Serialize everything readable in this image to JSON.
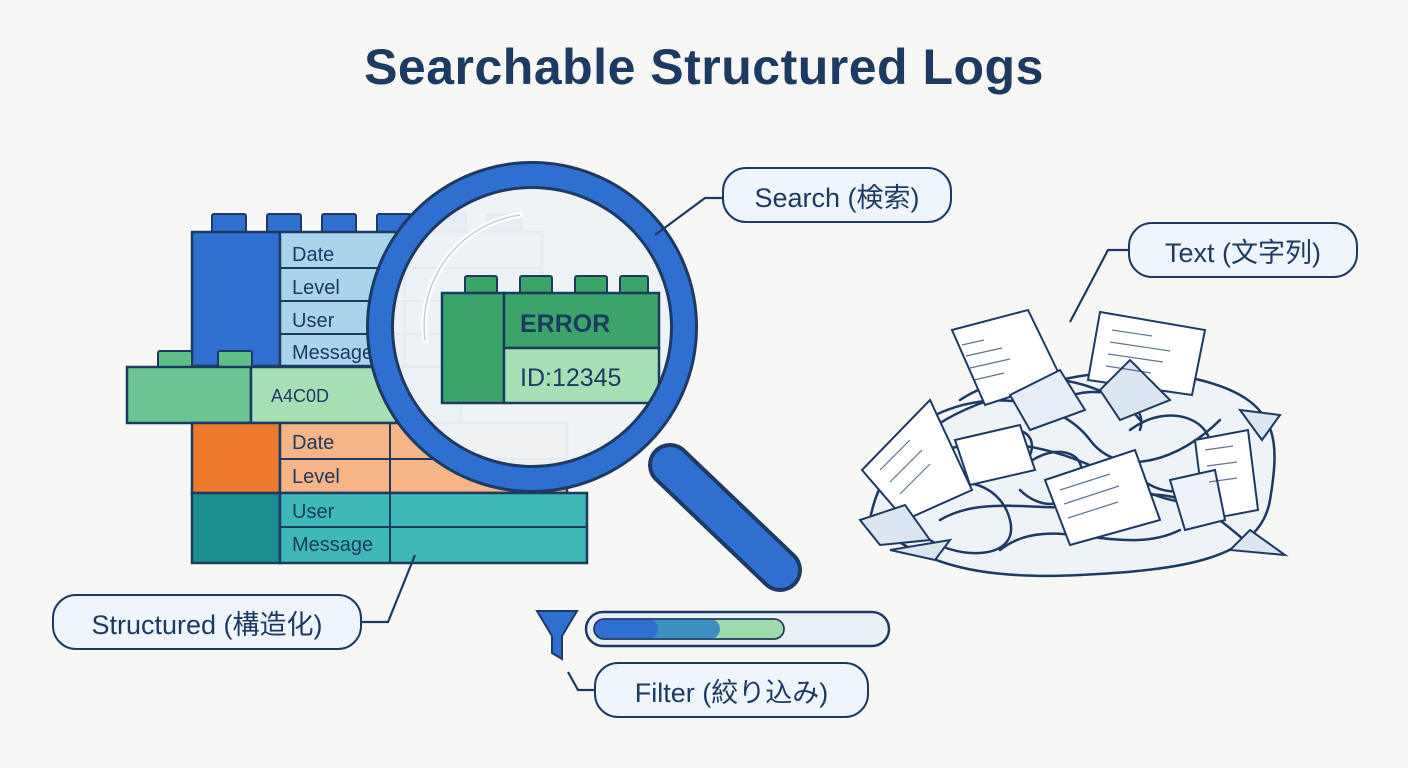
{
  "title": "Searchable Structured Logs",
  "labels": {
    "search": "Search (検索)",
    "text": "Text (文字列)",
    "structured": "Structured (構造化)",
    "filter": "Filter (絞り込み)"
  },
  "blocks": {
    "blue": {
      "fields": [
        "Date",
        "Level",
        "User",
        "Message"
      ]
    },
    "green_bar": {
      "value": "A4C0D"
    },
    "orange": {
      "fields": [
        "Date",
        "Level"
      ]
    },
    "teal": {
      "fields": [
        "User",
        "Message"
      ]
    }
  },
  "magnified": {
    "level": "ERROR",
    "id": "ID:12345"
  },
  "filter_bar": {
    "segments": [
      "#2f6fcf",
      "#3a8fbf",
      "#9fdcab"
    ]
  },
  "colors": {
    "navy": "#1d3a63",
    "blue": "#2f6fcf",
    "light_blue": "#a9d4ec",
    "green": "#3ba569",
    "light_green": "#a8e0b5",
    "orange": "#ee7a2e",
    "light_orange": "#f7b486",
    "teal": "#1b8f8f",
    "light_teal": "#3fb8b8"
  },
  "icons": [
    "magnifier-icon",
    "funnel-icon",
    "paper-pile-icon"
  ]
}
